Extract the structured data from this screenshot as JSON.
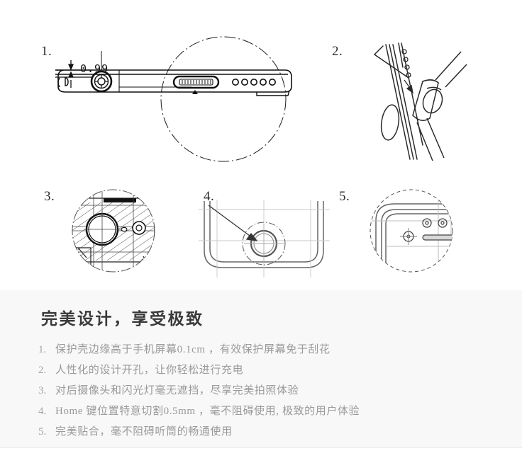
{
  "page": {
    "background_top": "#ffffff",
    "background_bottom": "#f8f8f8",
    "divider_color": "#eaeaea"
  },
  "diagrams": {
    "items": [
      {
        "number": "1.",
        "caption_name": "phone-bottom-edge-detail",
        "dimension_label": "0.99",
        "description": "Phone bottom edge profile showing headphone jack, charging port and speaker holes with callout circle"
      },
      {
        "number": "2.",
        "caption_name": "charging-cable-insertion-detail",
        "description": "Charging cable plug inserted into the case opening"
      },
      {
        "number": "3.",
        "caption_name": "rear-camera-flash-cutout-detail",
        "description": "Sectioned view of rear camera and flash cutout"
      },
      {
        "number": "4.",
        "caption_name": "home-button-cutout-detail",
        "description": "Home button cutout with arrow callout"
      },
      {
        "number": "5.",
        "caption_name": "earpiece-speaker-detail",
        "description": "Top corner earpiece and sensor area detail"
      }
    ]
  },
  "content": {
    "heading": "完美设计，享受极致",
    "features": [
      {
        "number": "1.",
        "text": "保护壳边缘高于手机屏幕0.1cm ，有效保护屏幕免于刮花"
      },
      {
        "number": "2.",
        "text": "人性化的设计开孔，让你轻松进行充电"
      },
      {
        "number": "3.",
        "text": "对后摄像头和闪光灯毫无遮挡，尽享完美拍照体验"
      },
      {
        "number": "4.",
        "text": "Home 键位置特意切割0.5mm ，毫不阻碍使用, 极致的用户体验"
      },
      {
        "number": "5.",
        "text": "完美贴合，毫不阻碍听筒的畅通使用"
      }
    ]
  }
}
